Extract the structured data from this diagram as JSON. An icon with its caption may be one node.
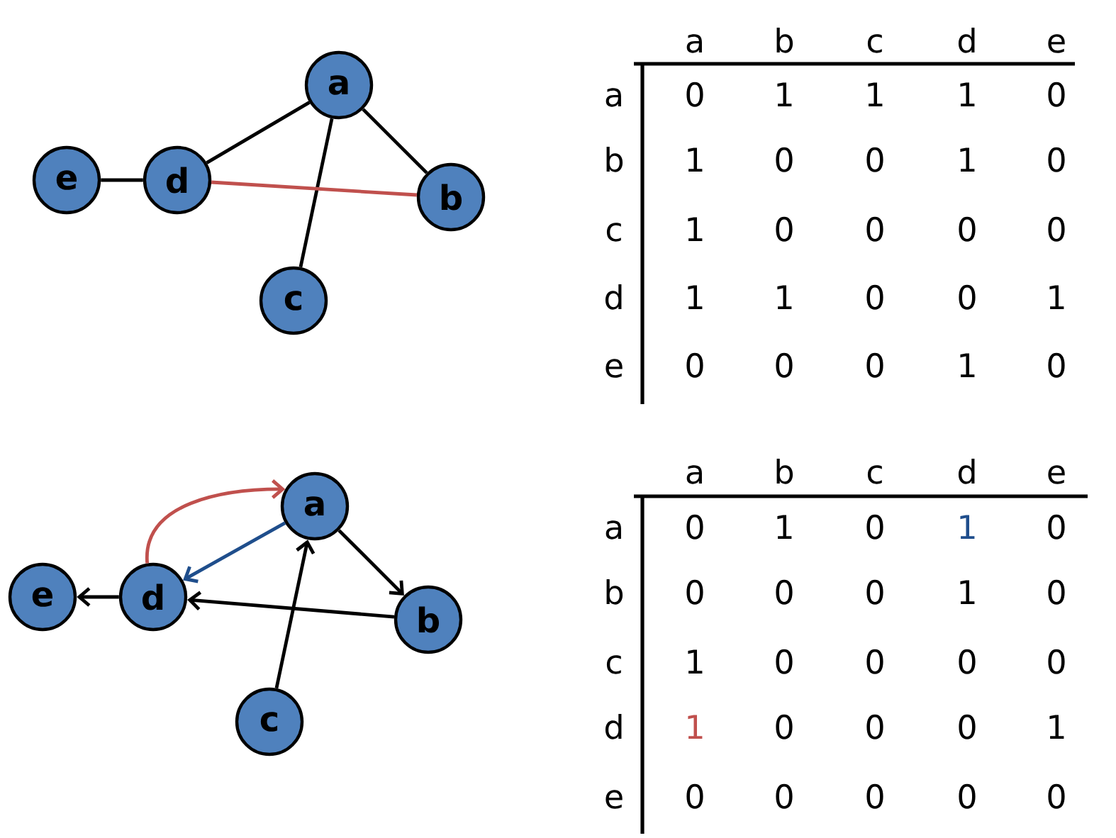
{
  "diagram": {
    "nodes": [
      {
        "text": [
          "a"
        ]
      },
      {
        "text": [
          "e"
        ]
      },
      {
        "text": [
          "d"
        ]
      },
      {
        "text": [
          "b"
        ]
      },
      {
        "text": [
          "c"
        ]
      },
      {
        "text": [
          "a"
        ]
      },
      {
        "text": [
          "e"
        ]
      },
      {
        "text": [
          "d"
        ]
      },
      {
        "text": [
          "b"
        ]
      },
      {
        "text": [
          "c"
        ]
      }
    ],
    "edges": [
      {
        "from": 0,
        "to": 2,
        "arrow": "none"
      },
      {
        "from": 0,
        "to": 3,
        "arrow": "none"
      },
      {
        "from": 0,
        "to": 4,
        "arrow": "none"
      },
      {
        "from": 1,
        "to": 2,
        "arrow": "none"
      },
      {
        "from": 2,
        "to": 3,
        "arrow": "none",
        "color": "#c0504d"
      },
      {
        "from": 7,
        "to": 5,
        "arrow": "to",
        "color": "#c0504d"
      },
      {
        "from": 5,
        "to": 7,
        "arrow": "to",
        "color": "#1f4e8c"
      },
      {
        "from": 5,
        "to": 8,
        "arrow": "to"
      },
      {
        "from": 8,
        "to": 7,
        "arrow": "to"
      },
      {
        "from": 9,
        "to": 5,
        "arrow": "to"
      },
      {
        "from": 7,
        "to": 6,
        "arrow": "to"
      }
    ],
    "labels": [
      "a",
      "b",
      "c",
      "d",
      "e",
      "a",
      "0",
      "1",
      "1",
      "1",
      "0",
      "b",
      "1",
      "0",
      "0",
      "1",
      "0",
      "c",
      "1",
      "0",
      "0",
      "0",
      "0",
      "d",
      "1",
      "1",
      "0",
      "0",
      "1",
      "e",
      "0",
      "0",
      "0",
      "1",
      "0",
      "a",
      "b",
      "c",
      "d",
      "e",
      "a",
      "0",
      "1",
      "0",
      "1",
      "0",
      "b",
      "0",
      "0",
      "0",
      "1",
      "0",
      "c",
      "1",
      "0",
      "0",
      "0",
      "0",
      "d",
      "1",
      "0",
      "0",
      "0",
      "1",
      "e",
      "0",
      "0",
      "0",
      "0",
      "0"
    ]
  }
}
